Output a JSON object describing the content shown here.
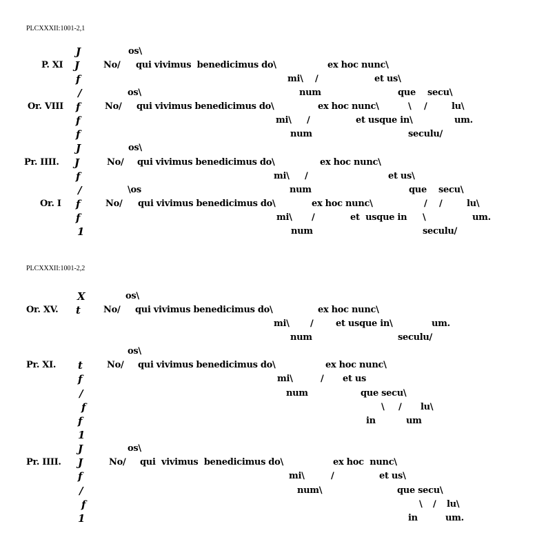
{
  "sections": [
    {
      "id": "PLCXXXII:1001-2,1",
      "lines": [
        [
          "J",
          "os\\"
        ],
        [
          "P. XI",
          "J",
          "No/",
          "qui vivimus  benedicimus do\\",
          "ex hoc nunc\\"
        ],
        [
          "f",
          "mi\\",
          "/",
          "et us\\"
        ],
        [
          "/",
          "os\\",
          "num",
          "que",
          "secu\\"
        ],
        [
          "Or. VIII",
          "f",
          "No/",
          "qui vivimus benedicimus do\\",
          "ex hoc nunc\\",
          "\\",
          "/",
          "lu\\"
        ],
        [
          "f",
          "mi\\",
          "/",
          "et usque in\\",
          "um."
        ],
        [
          "f",
          "num",
          "seculu/"
        ],
        [
          "J",
          "os\\"
        ],
        [
          "Pr. IIII.",
          "J",
          "No/",
          "qui vivimus benedicimus do\\",
          "ex hoc nunc\\"
        ],
        [
          "f",
          "mi\\",
          "/",
          "et us\\"
        ],
        [
          "/",
          "\\os",
          "num",
          "que",
          "secu\\"
        ],
        [
          "Or. I",
          "f",
          "No/",
          "qui vivimus benedicimus do\\",
          "ex hoc nunc\\",
          "/",
          "/",
          "lu\\"
        ],
        [
          "f",
          "mi\\",
          "/",
          "et  usque in",
          "\\",
          "um."
        ],
        [
          "1",
          "num",
          "seculu/"
        ]
      ]
    },
    {
      "id": "PLCXXXII:1001-2,2",
      "lines": [
        [
          "X",
          "os\\"
        ],
        [
          "Or. XV.",
          "t",
          "No/",
          "qui vivimus benedicimus do\\",
          "ex hoc nunc\\"
        ],
        [
          "mi\\",
          "/",
          "et usque in\\",
          "um."
        ],
        [
          "num",
          "seculu/"
        ],
        [
          "os\\"
        ],
        [
          "Pr. XI.",
          "t",
          "No/",
          "qui vivimus benedicimus do\\",
          "ex hoc nunc\\"
        ],
        [
          "f",
          "mi\\",
          "/",
          "et us"
        ],
        [
          "/",
          "num",
          "que secu\\"
        ],
        [
          "f",
          "\\",
          "/",
          "lu\\"
        ],
        [
          "f",
          "in",
          "um"
        ],
        [
          "1"
        ],
        [
          "J",
          "os\\"
        ],
        [
          "Pr. IIII.",
          "J",
          "No/",
          "qui  vivimus  benedicimus do\\",
          "ex hoc  nunc\\"
        ],
        [
          "f",
          "mi\\",
          "/",
          "et us\\"
        ],
        [
          "/",
          "num\\",
          "que secu\\"
        ],
        [
          "f",
          "\\",
          "/",
          "lu\\"
        ],
        [
          "1",
          "in",
          "um."
        ]
      ]
    }
  ]
}
